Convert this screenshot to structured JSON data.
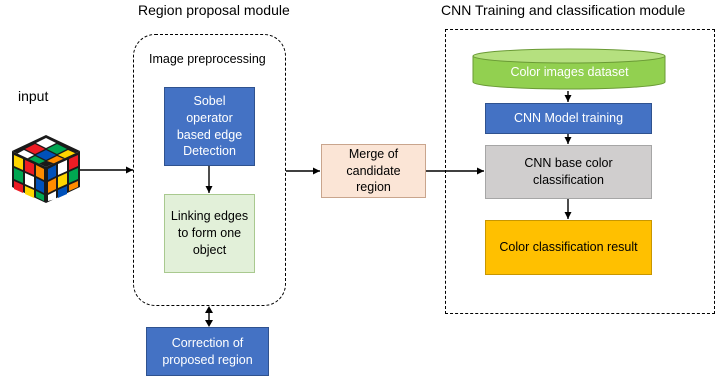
{
  "titles": {
    "region": "Region proposal module",
    "cnn": "CNN Training and classification module",
    "input": "input"
  },
  "region_module": {
    "label": "Image preprocessing",
    "sobel": "Sobel\noperator\nbased edge\nDetection",
    "linking": "Linking edges\nto form one\nobject"
  },
  "merge": "Merge of\ncandidate\nregion",
  "correction": "Correction of\nproposed region",
  "cnn_module": {
    "dataset": "Color images dataset",
    "training": "CNN Model training",
    "base": "CNN base color\nclassification",
    "result": "Color classification result"
  },
  "colors": {
    "blue": "#4472c4",
    "green_light": "#e2f0d9",
    "peach": "#fbe5d6",
    "grey": "#d0cece",
    "gold": "#ffc000",
    "cylinder_green": "#92d050"
  },
  "icons": {
    "input_image": "rubiks-cube-icon"
  }
}
